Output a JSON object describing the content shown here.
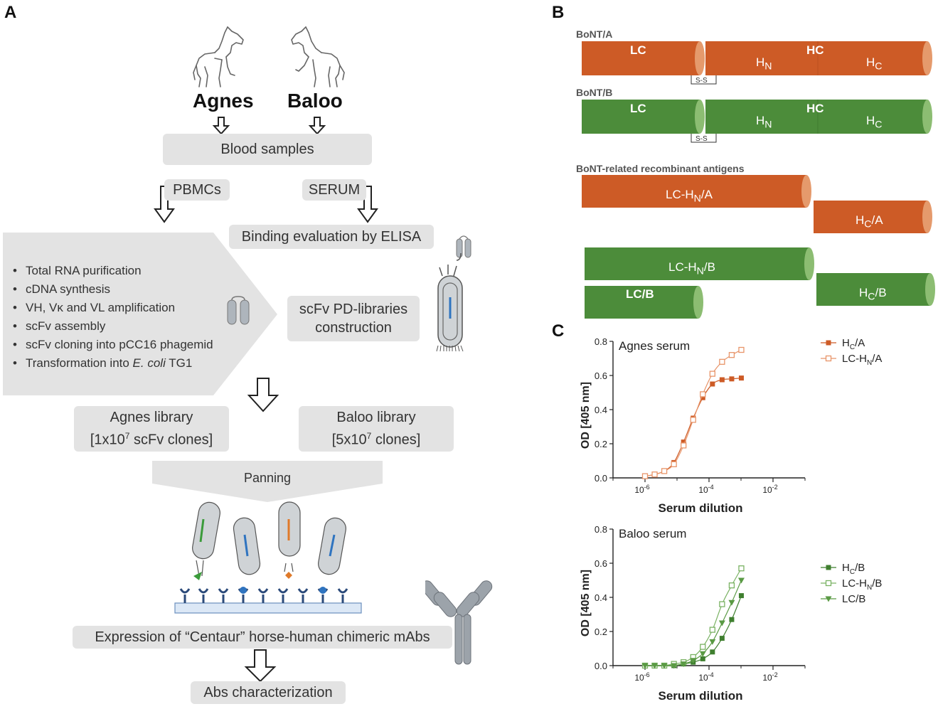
{
  "panels": {
    "a": "A",
    "b": "B",
    "c": "C"
  },
  "flow": {
    "horse1": "Agnes",
    "horse2": "Baloo",
    "blood": "Blood samples",
    "pbmcs": "PBMCs",
    "serum": "SERUM",
    "elisa": "Binding evaluation by ELISA",
    "steps": [
      "Total RNA purification",
      "cDNA synthesis",
      "VH, Vκ and VL amplification",
      "scFv assembly",
      "scFv cloning into pCC16 phagemid"
    ],
    "step6_pre": "Transformation into ",
    "step6_em": "E. coli",
    "step6_post": " TG1",
    "library_construction": [
      "scFv PD-libraries",
      "construction"
    ],
    "agnes_library": [
      "Agnes library",
      "[1x10",
      "7",
      " scFv clones]"
    ],
    "baloo_library": [
      "Baloo library",
      "[5x10",
      "7",
      " clones]"
    ],
    "panning": "Panning",
    "expression": "Expression of “Centaur” horse-human chimeric mAbs",
    "characterization": "Abs characterization"
  },
  "toxins": {
    "bont_a": "BoNT/A",
    "bont_b": "BoNT/B",
    "recombinant": "BoNT-related recombinant antigens",
    "lc": "LC",
    "hc": "HC",
    "h": "H",
    "n": "N",
    "c": "C",
    "ss": "S-S",
    "slash_a": "/A",
    "slash_b": "/B",
    "lc_h": "LC-H",
    "lc_b": "LC/B",
    "colors": {
      "orange": "#cd5b26",
      "orange_cap": "#e59a6c",
      "green": "#4c8c3a",
      "green_cap": "#8cbd72"
    }
  },
  "chart_data": [
    {
      "type": "line",
      "title": "Agnes serum",
      "xlabel": "Serum dilution",
      "ylabel": "OD [405 nm]",
      "xscale": "log",
      "xlim": [
        1e-07,
        0.1
      ],
      "ylim": [
        0,
        0.8
      ],
      "yticks": [
        "0.0",
        "0.2",
        "0.4",
        "0.6",
        "0.8"
      ],
      "xticks": [
        {
          "base": "10",
          "exp": "-6"
        },
        {
          "base": "10",
          "exp": "-4"
        },
        {
          "base": "10",
          "exp": "-2"
        }
      ],
      "x": [
        1e-06,
        2e-06,
        4e-06,
        8e-06,
        1.6e-05,
        3.2e-05,
        6.4e-05,
        0.000128,
        0.000256,
        0.000512,
        0.001024
      ],
      "series": [
        {
          "name_main": "H",
          "name_sub": "C",
          "name_tail": "/A",
          "marker": "filled-square",
          "color": "#cd5b26",
          "values": [
            0.01,
            0.02,
            0.04,
            0.09,
            0.21,
            0.35,
            0.47,
            0.55,
            0.575,
            0.58,
            0.585
          ]
        },
        {
          "name_main": "LC-H",
          "name_sub": "N",
          "name_tail": "/A",
          "marker": "open-square",
          "color": "#e8956a",
          "values": [
            0.01,
            0.02,
            0.04,
            0.08,
            0.19,
            0.34,
            0.49,
            0.61,
            0.68,
            0.72,
            0.75
          ]
        }
      ]
    },
    {
      "type": "line",
      "title": "Baloo serum",
      "xlabel": "Serum dilution",
      "ylabel": "OD [405 nm]",
      "xscale": "log",
      "xlim": [
        1e-07,
        0.1
      ],
      "ylim": [
        0,
        0.8
      ],
      "yticks": [
        "0.0",
        "0.2",
        "0.4",
        "0.6",
        "0.8"
      ],
      "xticks": [
        {
          "base": "10",
          "exp": "-6"
        },
        {
          "base": "10",
          "exp": "-4"
        },
        {
          "base": "10",
          "exp": "-2"
        }
      ],
      "x": [
        1e-06,
        2e-06,
        4e-06,
        8e-06,
        1.6e-05,
        3.2e-05,
        6.4e-05,
        0.000128,
        0.000256,
        0.000512,
        0.001024
      ],
      "series": [
        {
          "name_main": "H",
          "name_sub": "C",
          "name_tail": "/B",
          "marker": "filled-square",
          "color": "#3f7f2f",
          "values": [
            0.0,
            0.0,
            0.0,
            0.0,
            0.01,
            0.02,
            0.04,
            0.08,
            0.16,
            0.27,
            0.41
          ]
        },
        {
          "name_main": "LC-H",
          "name_sub": "N",
          "name_tail": "/B",
          "marker": "open-square",
          "color": "#7ab263",
          "values": [
            0.0,
            0.0,
            0.0,
            0.01,
            0.02,
            0.05,
            0.11,
            0.21,
            0.36,
            0.47,
            0.57
          ]
        },
        {
          "name_main": "LC/B",
          "name_sub": "",
          "name_tail": "",
          "marker": "filled-triangle-down",
          "color": "#5a9a44",
          "values": [
            0.0,
            0.0,
            0.0,
            0.0,
            0.01,
            0.03,
            0.07,
            0.14,
            0.25,
            0.37,
            0.5
          ]
        }
      ]
    }
  ]
}
